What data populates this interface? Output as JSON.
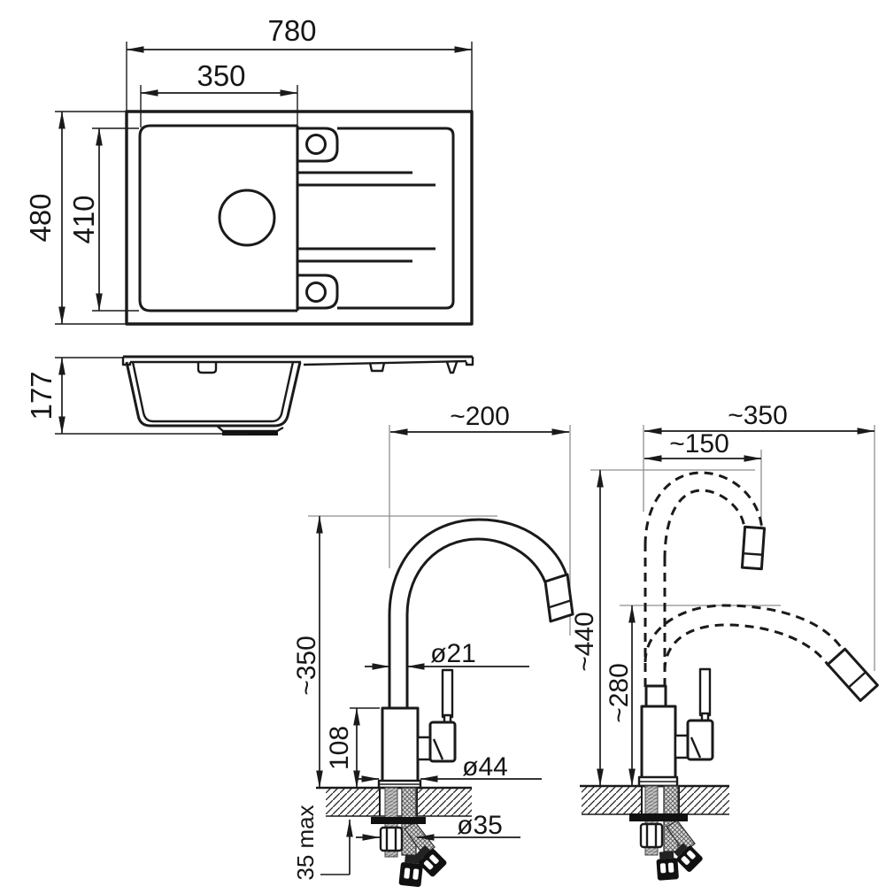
{
  "colors": {
    "ink": "#1a1a1a",
    "reference_line": "#8f8f8f"
  },
  "sink_top_view": {
    "overall_width": "780",
    "bowl_width": "350",
    "overall_depth": "480",
    "bowl_depth": "410"
  },
  "sink_side_view": {
    "overall_height": "177"
  },
  "faucet_view": {
    "spout_reach": "~200",
    "spout_height": "~350",
    "spout_diameter": "ø21",
    "body_height": "108",
    "base_diameter": "ø44",
    "hole_diameter": "ø35",
    "max_counter_thickness": "35 max"
  },
  "faucet_flex_view": {
    "max_reach": "~350",
    "upper_reach": "~150",
    "upper_height": "~440",
    "lower_height": "~280"
  }
}
